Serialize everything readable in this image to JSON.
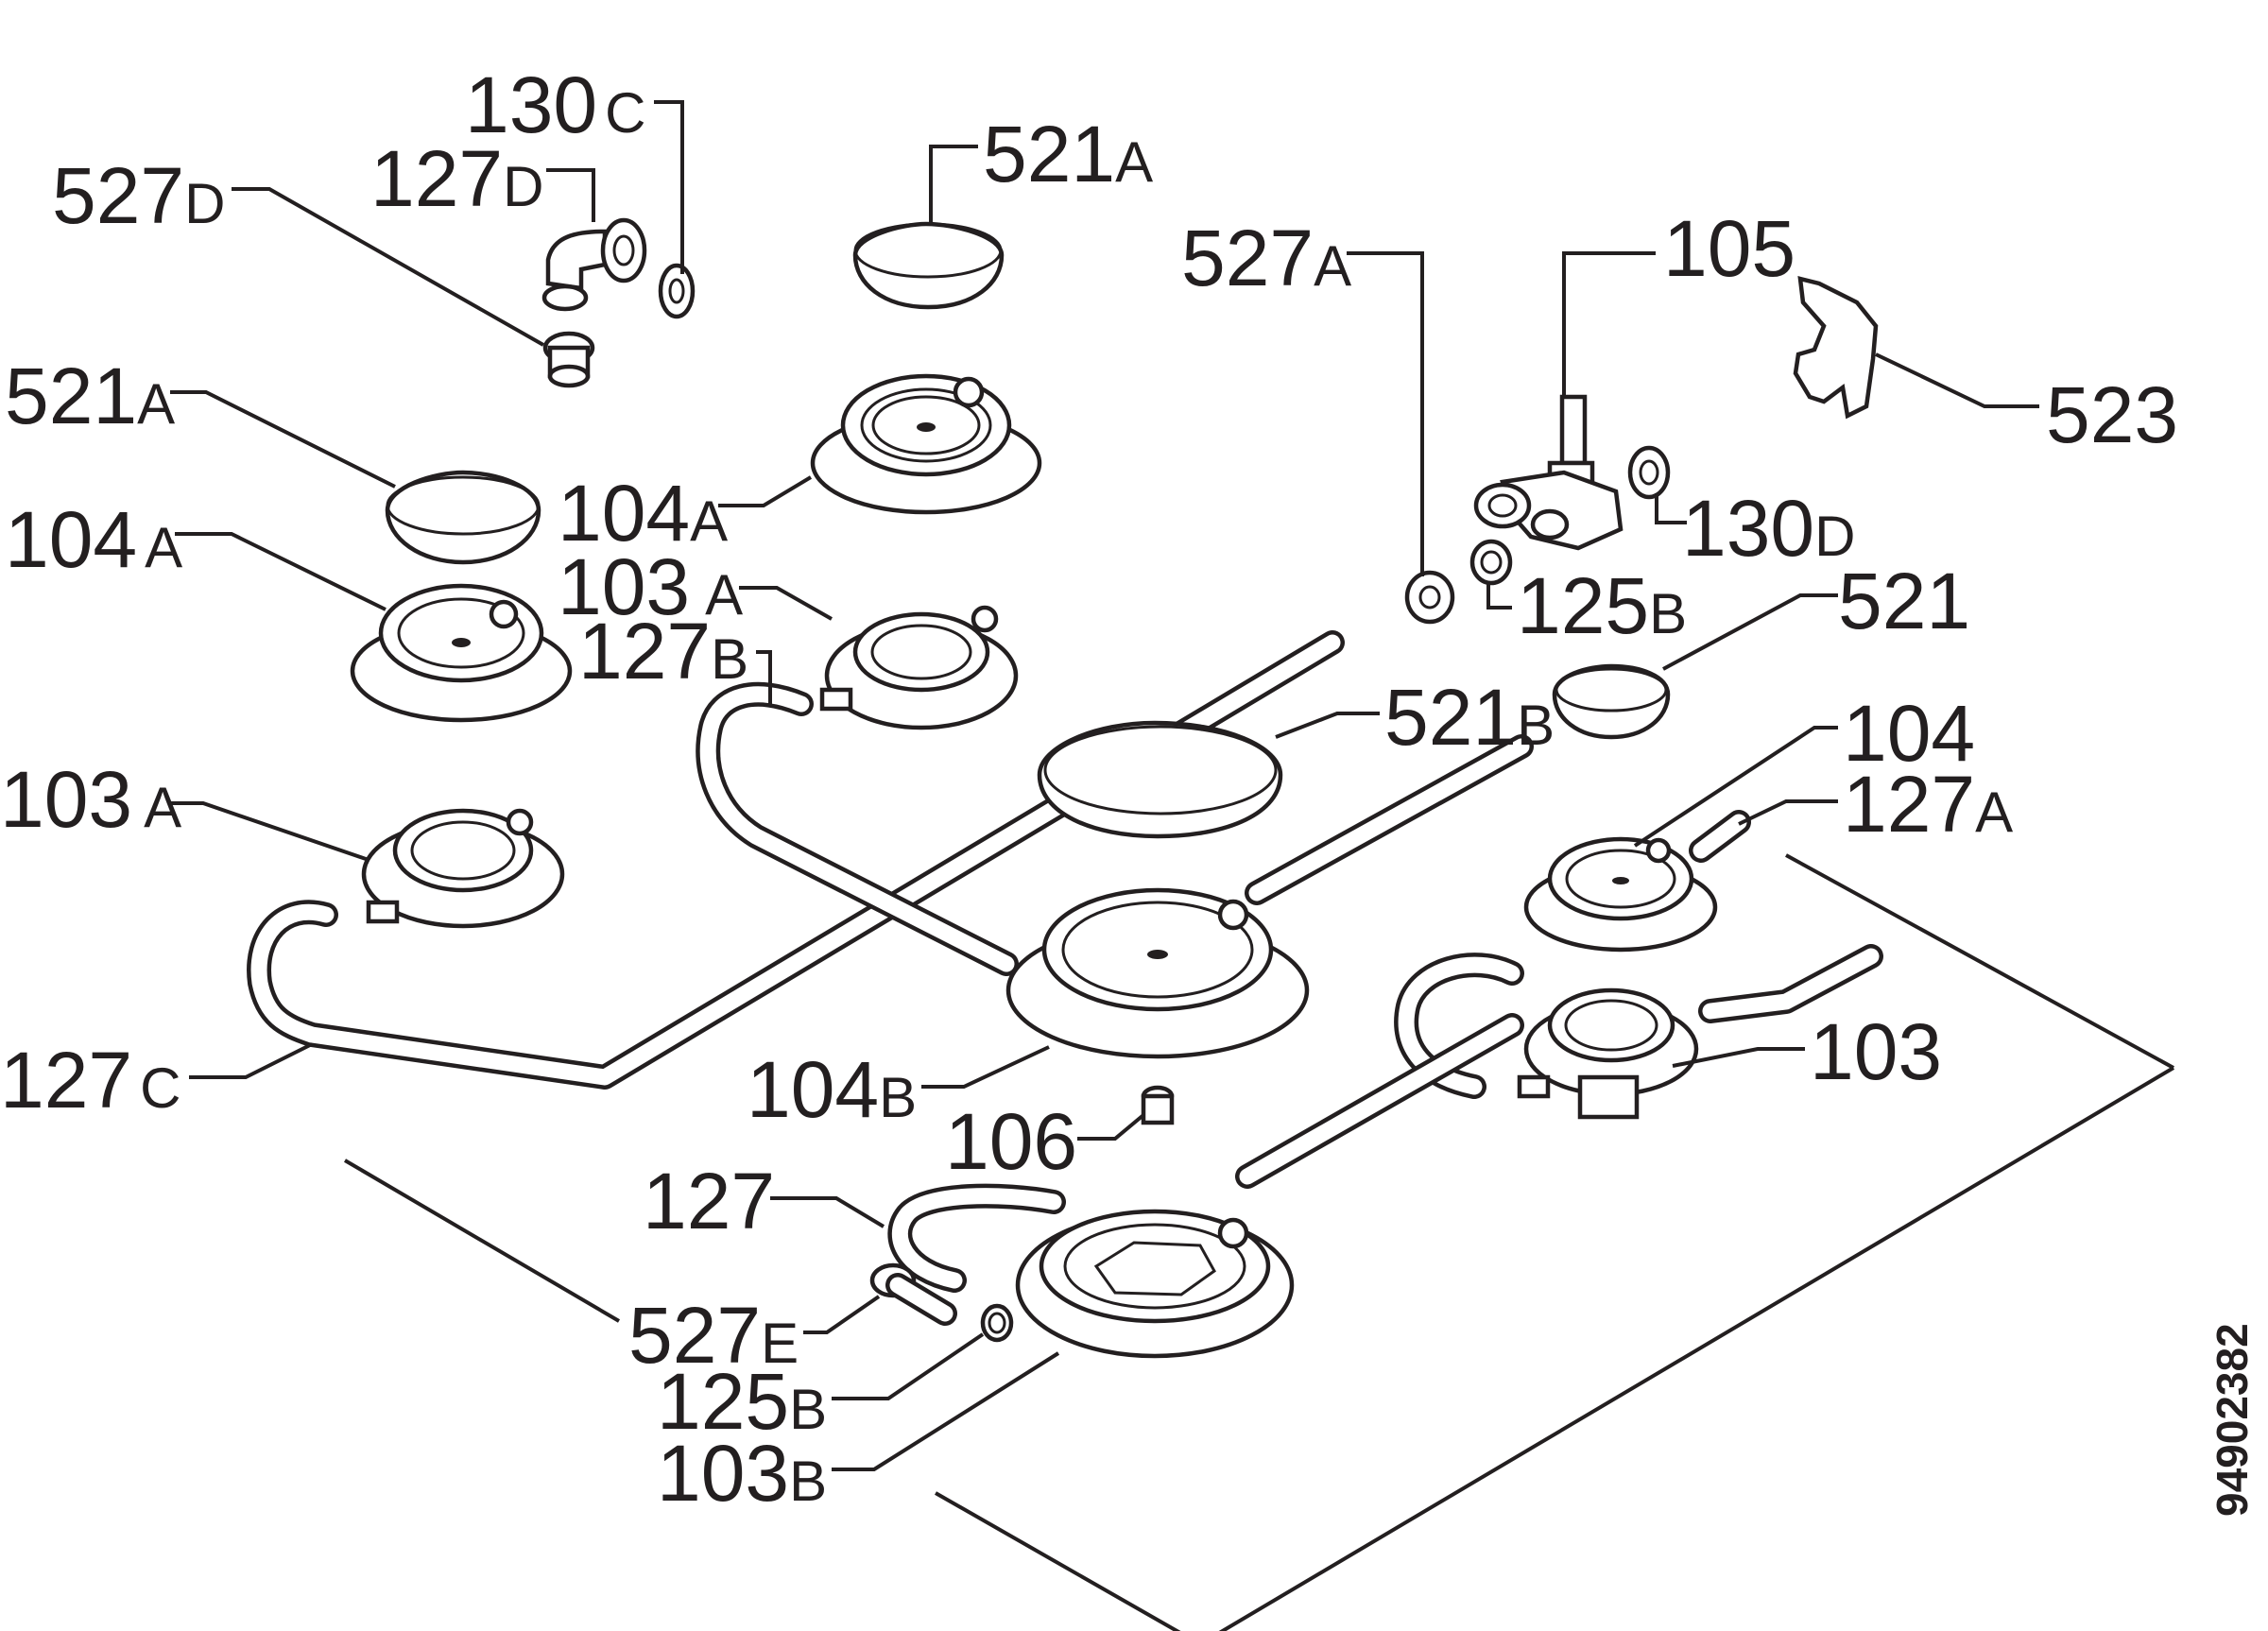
{
  "figure_id": "94902382",
  "labels": {
    "l130C": {
      "num": "130",
      "suf": "C"
    },
    "l127D": {
      "num": "127",
      "suf": "D"
    },
    "l527D": {
      "num": "527",
      "suf": "D"
    },
    "l521A_top": {
      "num": "521",
      "suf": "A"
    },
    "l527A": {
      "num": "527",
      "suf": "A"
    },
    "l105": {
      "num": "105",
      "suf": ""
    },
    "l523": {
      "num": "523",
      "suf": ""
    },
    "l521A_left": {
      "num": "521",
      "suf": "A"
    },
    "l104A_mid": {
      "num": "104",
      "suf": "A"
    },
    "l104A_left": {
      "num": "104",
      "suf": "A"
    },
    "l103A_mid": {
      "num": "103",
      "suf": "A"
    },
    "l130D": {
      "num": "130",
      "suf": "D"
    },
    "l125B_top": {
      "num": "125",
      "suf": "B"
    },
    "l127B": {
      "num": "127",
      "suf": "B"
    },
    "l521": {
      "num": "521",
      "suf": ""
    },
    "l521B": {
      "num": "521",
      "suf": "B"
    },
    "l104": {
      "num": "104",
      "suf": ""
    },
    "l127A": {
      "num": "127",
      "suf": "A"
    },
    "l103A_left": {
      "num": "103",
      "suf": "A"
    },
    "l103": {
      "num": "103",
      "suf": ""
    },
    "l127C": {
      "num": "127",
      "suf": "C"
    },
    "l104B": {
      "num": "104",
      "suf": "B"
    },
    "l106": {
      "num": "106",
      "suf": ""
    },
    "l127": {
      "num": "127",
      "suf": ""
    },
    "l527E": {
      "num": "527",
      "suf": "E"
    },
    "l125B_bot": {
      "num": "125",
      "suf": "B"
    },
    "l103B": {
      "num": "103",
      "suf": "B"
    }
  }
}
